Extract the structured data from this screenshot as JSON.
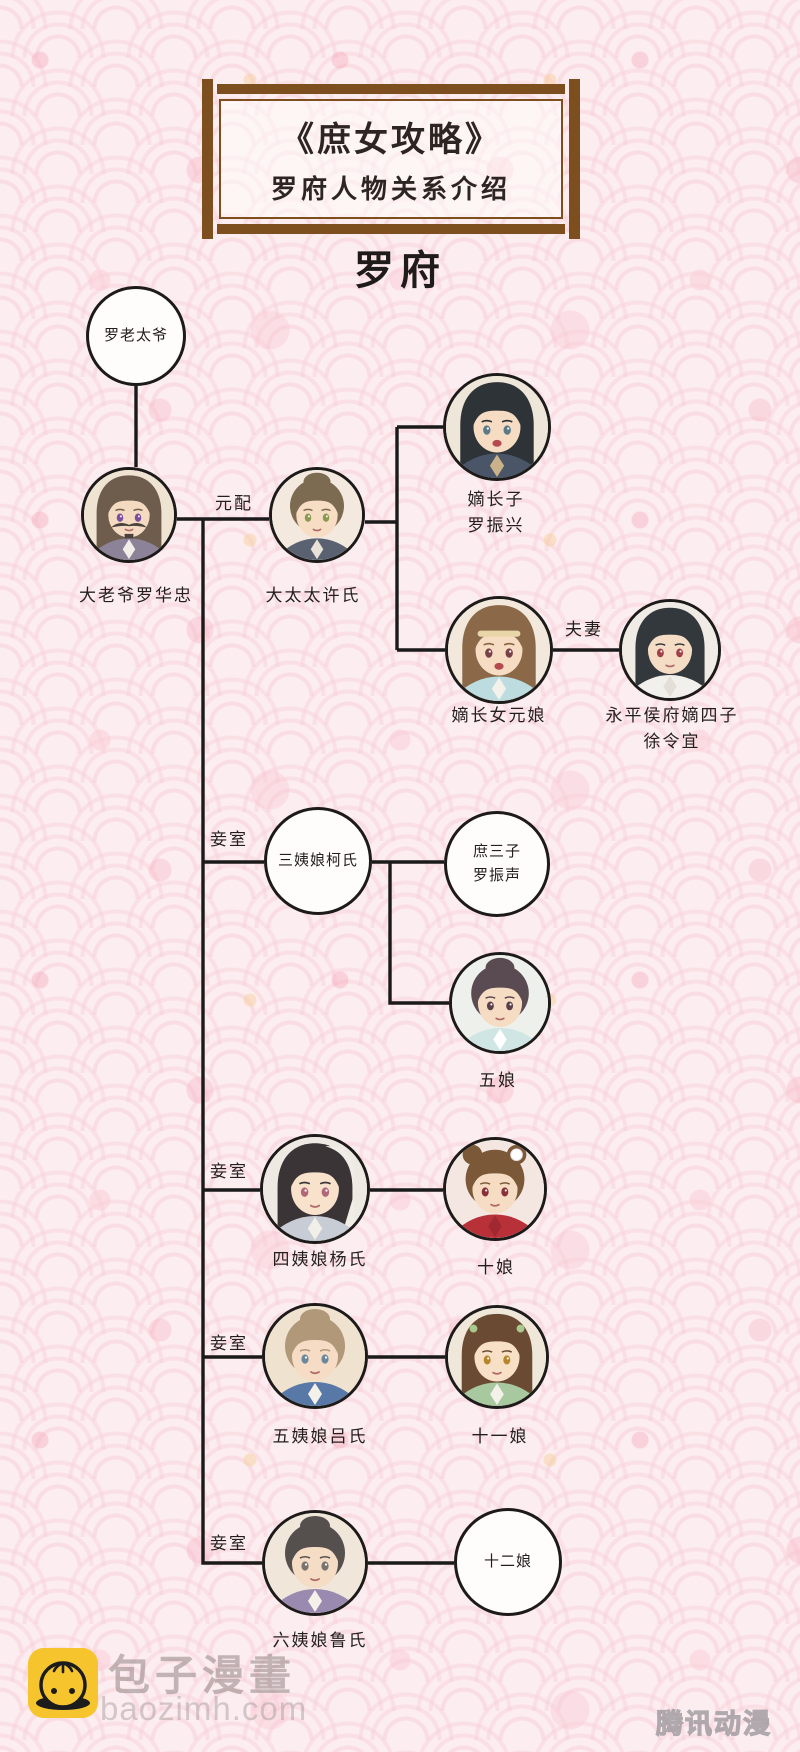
{
  "title": {
    "line1": "《庶女攻略》",
    "line2": "罗府人物关系介绍"
  },
  "heading": "罗府",
  "relation_labels": {
    "first_wife": "元配",
    "couple": "夫妻",
    "concubine": "妾室"
  },
  "nodes": {
    "grandfather": {
      "circle_text": "罗老太爷"
    },
    "father": {
      "label": "大老爷罗华忠",
      "avatar": {
        "style": "long",
        "bg": "#efe4d2",
        "hair": "#6e5d4d",
        "skin": "#f4dac1",
        "clothes": "#8d8398",
        "collar": "#f2ede6",
        "eye": "#7b4fa0",
        "mustache": true
      }
    },
    "first_wife": {
      "label": "大太太许氏",
      "avatar": {
        "style": "updo",
        "bg": "#f3e9df",
        "hair": "#7c6b50",
        "skin": "#f6ddc4",
        "clothes": "#5a6272",
        "collar": "#e8e2d8",
        "eye": "#8a9a50"
      }
    },
    "eldest_son": {
      "label_line1": "嫡长子",
      "label_line2": "罗振兴",
      "avatar": {
        "style": "long",
        "bg": "#efe6da",
        "hair": "#2e3337",
        "skin": "#f6dcc2",
        "clothes": "#4a5668",
        "collar": "#c9b189",
        "eye": "#5a7a8a",
        "mouth": "open"
      }
    },
    "eldest_daughter": {
      "label": "嫡长女元娘",
      "avatar": {
        "style": "long",
        "bg": "#f2e8dc",
        "hair": "#8a6848",
        "skin": "#f6dcc2",
        "clothes": "#bcdce0",
        "collar": "#f4f1ea",
        "eye": "#7a4048",
        "mouth": "open",
        "headband": "#e8d5a8"
      }
    },
    "xu_lingyi": {
      "label_line1": "永平侯府嫡四子",
      "label_line2": "徐令宜",
      "avatar": {
        "style": "long",
        "bg": "#f0ebe4",
        "hair": "#33383c",
        "skin": "#f5dcc4",
        "clothes": "#f2f0ec",
        "collar": "#e4dfd6",
        "eye": "#a04048"
      }
    },
    "concubine3": {
      "circle_text": "三姨娘柯氏"
    },
    "third_son": {
      "circle_line1": "庶三子",
      "circle_line2": "罗振声"
    },
    "fifth_daughter": {
      "label": "五娘",
      "avatar": {
        "style": "updo",
        "bg": "#eef0ec",
        "hair": "#5a4a52",
        "skin": "#f6dcc2",
        "clothes": "#cfe6e4",
        "collar": "#ffffff",
        "eye": "#5a4048"
      }
    },
    "concubine4": {
      "label": "四姨娘杨氏",
      "avatar": {
        "style": "long",
        "bg": "#efe9e4",
        "hair": "#3a3436",
        "skin": "#f8e2cc",
        "clothes": "#c8ccd4",
        "collar": "#f2eee8",
        "eye": "#b06878",
        "hood": "#f0ece6"
      }
    },
    "tenth_daughter": {
      "label": "十娘",
      "avatar": {
        "style": "buns",
        "bg": "#f4e7e2",
        "hair": "#7a5838",
        "skin": "#f6dcc2",
        "clothes": "#b83038",
        "collar": "#a02830",
        "eye": "#8a3038",
        "flower": true
      }
    },
    "concubine5": {
      "label": "五姨娘吕氏",
      "avatar": {
        "style": "updo",
        "bg": "#efe2cf",
        "hair": "#b09878",
        "skin": "#f6dcc4",
        "clothes": "#5878a8",
        "collar": "#f4f1ea",
        "eye": "#6888a0"
      }
    },
    "eleventh_daughter": {
      "label": "十一娘",
      "avatar": {
        "style": "long",
        "bg": "#efe8da",
        "hair": "#6a4a32",
        "skin": "#f8e0c6",
        "clothes": "#a8c8a0",
        "collar": "#f4f1ea",
        "eye": "#b8862a",
        "leaves": true
      }
    },
    "concubine6": {
      "label": "六姨娘鲁氏",
      "avatar": {
        "style": "updo",
        "bg": "#f0e6da",
        "hair": "#55504e",
        "skin": "#f5dcc4",
        "clothes": "#9a8ab0",
        "collar": "#f4f1ea",
        "eye": "#7a7470"
      }
    },
    "twelfth_daughter": {
      "circle_text": "十二娘"
    }
  },
  "footer": {
    "site_name": "包子漫畫",
    "site_url": "baozimh.com",
    "watermark": "腾讯动漫"
  },
  "colors": {
    "line": "#1a1a1a",
    "title_frame": "#7d4e1e",
    "background": "#fcedf0",
    "logo_yellow": "#f6c52e"
  }
}
